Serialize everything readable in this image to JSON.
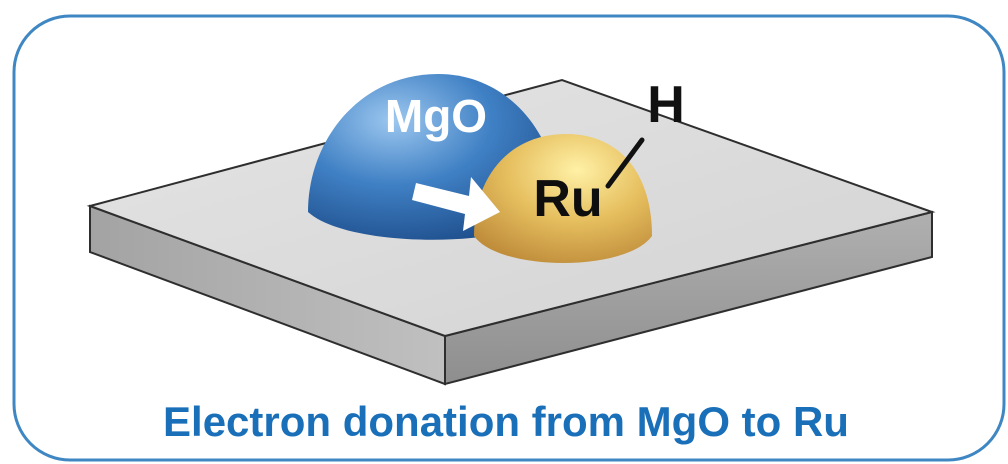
{
  "diagram": {
    "caption": "Electron donation from MgO to Ru",
    "labels": {
      "support": "MgO",
      "metal": "Ru",
      "adsorbate": "H"
    },
    "colors": {
      "frame_border": "#3f87c3",
      "caption_text": "#1a6fb9",
      "mgo_light": "#9cc7ef",
      "mgo_mid": "#3f80c4",
      "mgo_dark": "#1f4f8d",
      "ru_light": "#fff1a6",
      "ru_mid": "#e6bf5f",
      "ru_dark": "#bf8c3a",
      "slab_top": "#dcdcdc",
      "slab_side": "#a7a7a7",
      "slab_edge": "#2e2e2e",
      "arrow_fill": "#ffffff",
      "bond_line": "#111111"
    },
    "icons": {
      "donation_arrow": "arrow-right-icon"
    }
  }
}
